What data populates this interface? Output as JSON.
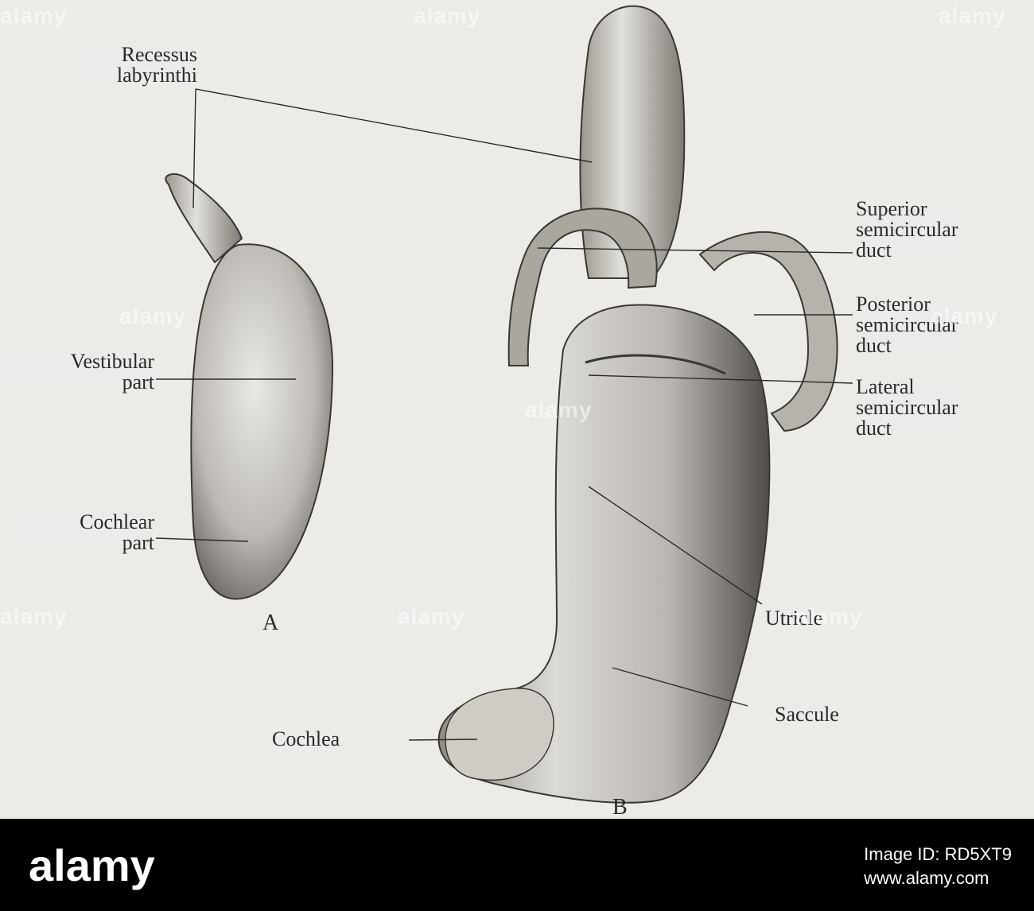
{
  "labels": {
    "recessus": "Recessus\nlabyrinthi",
    "vestibular": "Vestibular\npart",
    "cochlear_part": "Cochlear\npart",
    "superior": "Superior\nsemicircular\nduct",
    "posterior": "Posterior\nsemicircular\nduct",
    "lateral": "Lateral\nsemicircular\nduct",
    "utricle": "Utricle",
    "saccule": "Saccule",
    "cochlea": "Cochlea"
  },
  "panels": {
    "a": "A",
    "b": "B"
  },
  "watermark": "alamy",
  "footer": {
    "logo": "alamy",
    "image_id_label": "Image ID: RD5XT9",
    "url": "www.alamy.com"
  },
  "colors": {
    "background": "#ecebe8",
    "ink": "#2a2a2a",
    "footer": "#000000"
  }
}
